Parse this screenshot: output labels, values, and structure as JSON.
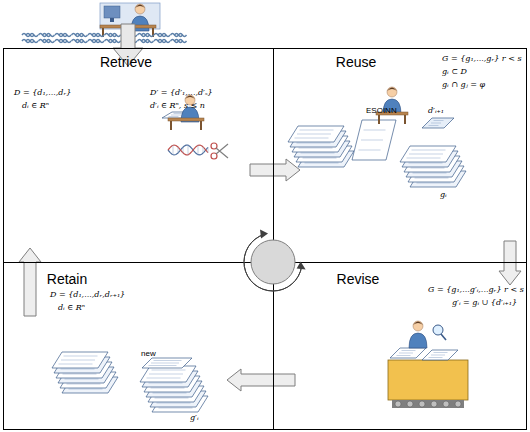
{
  "diagram": {
    "nodes": [
      {
        "text": [
          "Retrieve"
        ]
      },
      {
        "text": [
          "Reuse"
        ]
      },
      {
        "text": [
          "Revise"
        ]
      },
      {
        "text": [
          "Retain"
        ]
      }
    ],
    "edges": [
      {
        "from": 0,
        "to": 1,
        "arrow": "to"
      },
      {
        "from": 1,
        "to": 2,
        "arrow": "to"
      },
      {
        "from": 2,
        "to": 3,
        "arrow": "to"
      },
      {
        "from": 3,
        "to": 0,
        "arrow": "to"
      }
    ],
    "labels": [
      "D = {d₁,...,dᵣ}",
      "dᵢ ∈ Rⁿ",
      "D′ = {d′₁,...,d′ₛ}",
      "d′ᵢ ∈ Rⁿ, s ≤ n",
      "G = {g₁,...,gᵣ} r < s",
      "gᵢ ⊂ D",
      "gᵢ ∩ gⱼ = φ",
      "ESOINN",
      "d′ᵢ₊₁",
      "gᵢ",
      "G = {g₁,...g′ᵢ,...gᵣ} r < s",
      "g′ᵢ = gᵢ ∪ {d′ᵢ₊₁}",
      "D = {d₁,...,dᵣ,dᵣ₊₁}",
      "dᵢ ∈ Rⁿ",
      "new",
      "g′ᵢ"
    ]
  }
}
